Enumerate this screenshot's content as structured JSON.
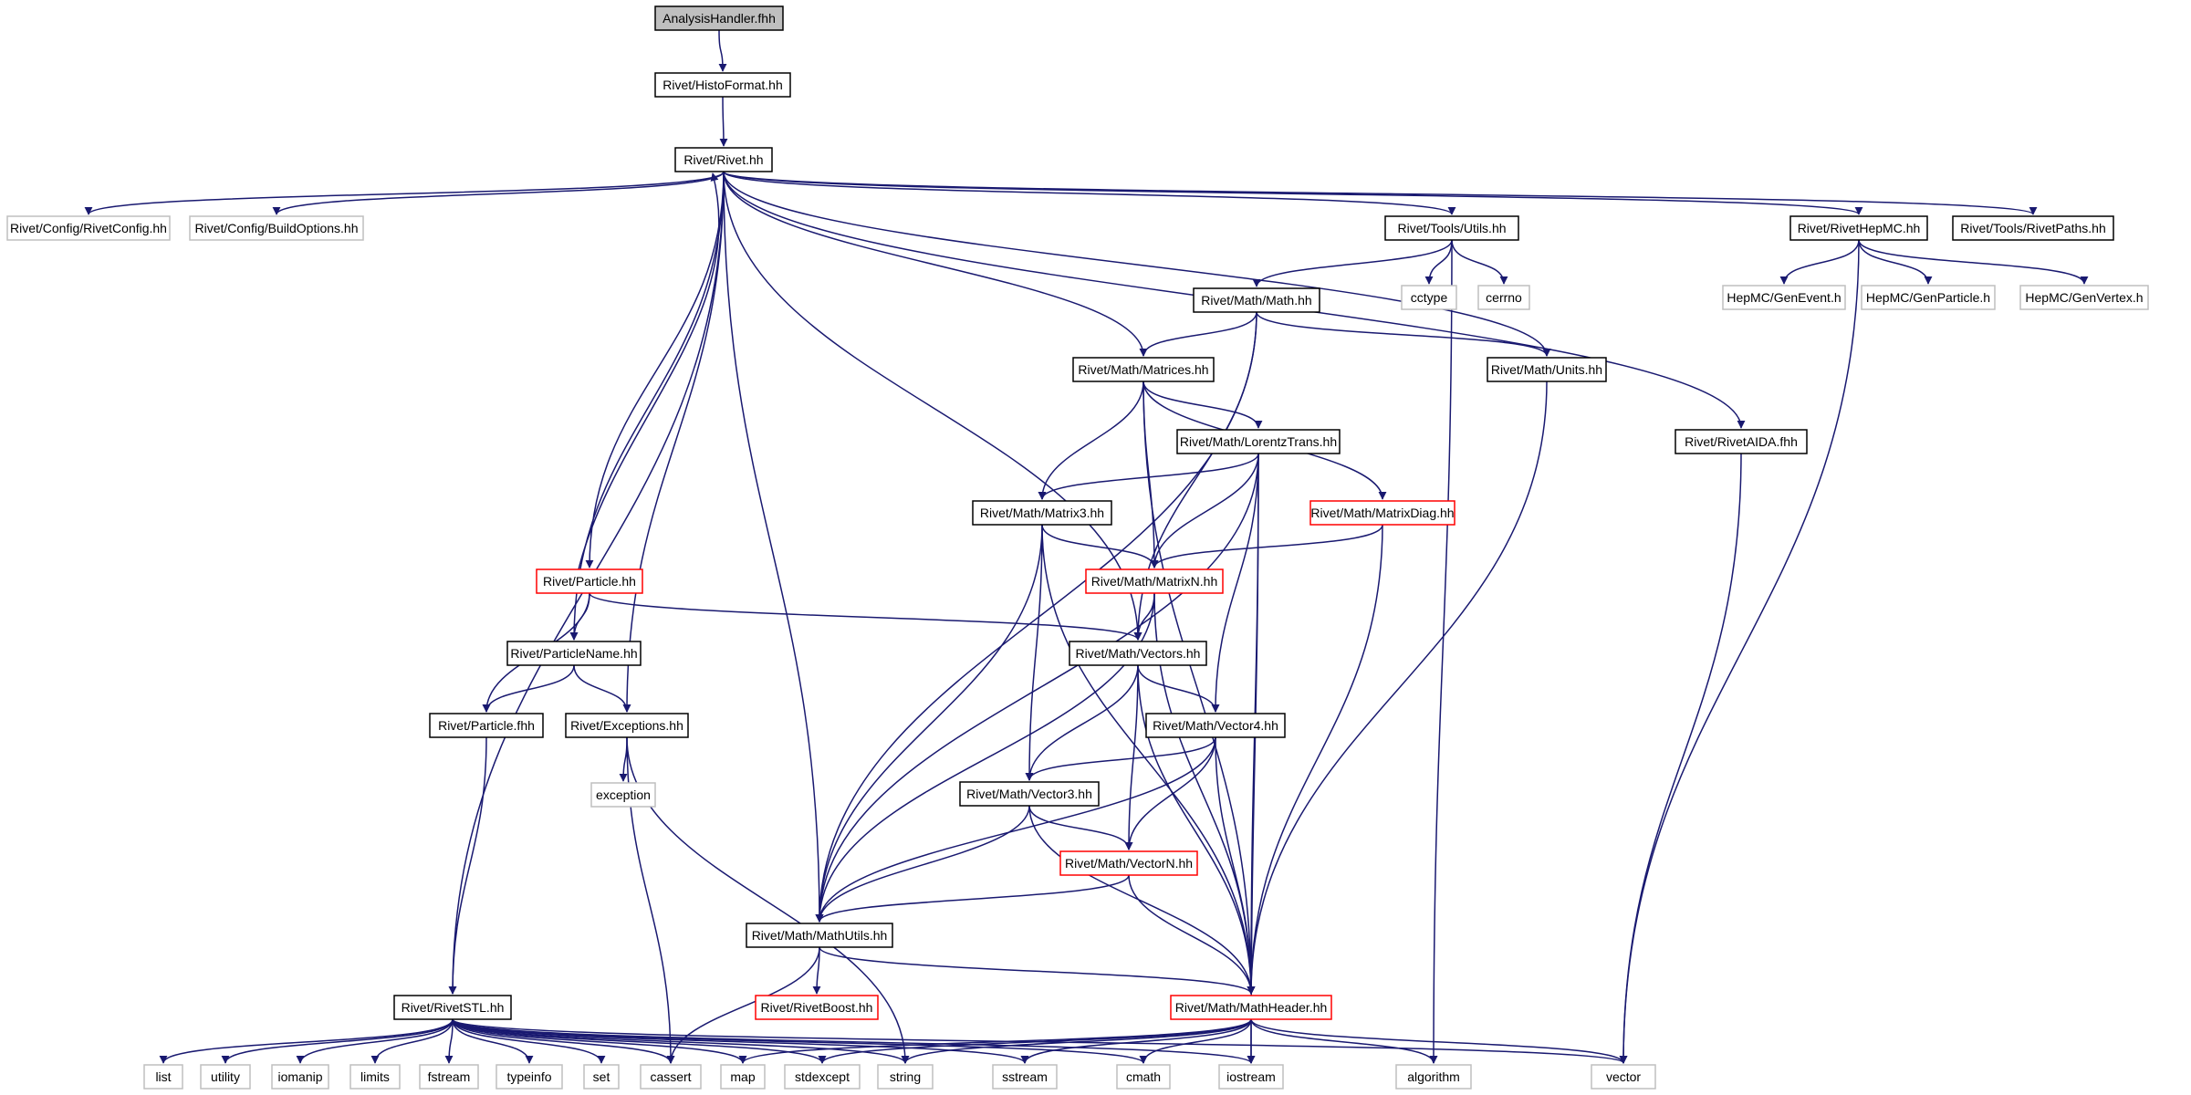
{
  "colors": {
    "edge": "#191970",
    "root_fill": "#bfbfbf",
    "normal_border": "#000000",
    "red_border": "#ff0000",
    "external_border": "#bfbfbf",
    "text": "#000000"
  },
  "nodes": [
    {
      "id": "ah",
      "label": "AnalysisHandler.fhh",
      "kind": "root"
    },
    {
      "id": "histo",
      "label": "Rivet/HistoFormat.hh",
      "kind": "normal"
    },
    {
      "id": "rivet",
      "label": "Rivet/Rivet.hh",
      "kind": "normal"
    },
    {
      "id": "rconf",
      "label": "Rivet/Config/RivetConfig.hh",
      "kind": "external"
    },
    {
      "id": "bopts",
      "label": "Rivet/Config/BuildOptions.hh",
      "kind": "external"
    },
    {
      "id": "utils",
      "label": "Rivet/Tools/Utils.hh",
      "kind": "normal"
    },
    {
      "id": "hepmc",
      "label": "Rivet/RivetHepMC.hh",
      "kind": "normal"
    },
    {
      "id": "rpaths",
      "label": "Rivet/Tools/RivetPaths.hh",
      "kind": "normal"
    },
    {
      "id": "cctype",
      "label": "cctype",
      "kind": "external"
    },
    {
      "id": "cerrno",
      "label": "cerrno",
      "kind": "external"
    },
    {
      "id": "genevent",
      "label": "HepMC/GenEvent.h",
      "kind": "external"
    },
    {
      "id": "genparticle",
      "label": "HepMC/GenParticle.h",
      "kind": "external"
    },
    {
      "id": "genvertex",
      "label": "HepMC/GenVertex.h",
      "kind": "external"
    },
    {
      "id": "math",
      "label": "Rivet/Math/Math.hh",
      "kind": "normal"
    },
    {
      "id": "matrices",
      "label": "Rivet/Math/Matrices.hh",
      "kind": "normal"
    },
    {
      "id": "units",
      "label": "Rivet/Math/Units.hh",
      "kind": "normal"
    },
    {
      "id": "lorentz",
      "label": "Rivet/Math/LorentzTrans.hh",
      "kind": "normal"
    },
    {
      "id": "aida",
      "label": "Rivet/RivetAIDA.fhh",
      "kind": "normal"
    },
    {
      "id": "matrix3",
      "label": "Rivet/Math/Matrix3.hh",
      "kind": "normal"
    },
    {
      "id": "mdiag",
      "label": "Rivet/Math/MatrixDiag.hh",
      "kind": "red"
    },
    {
      "id": "particle",
      "label": "Rivet/Particle.hh",
      "kind": "red"
    },
    {
      "id": "matrixn",
      "label": "Rivet/Math/MatrixN.hh",
      "kind": "red"
    },
    {
      "id": "pname",
      "label": "Rivet/ParticleName.hh",
      "kind": "normal"
    },
    {
      "id": "vectors",
      "label": "Rivet/Math/Vectors.hh",
      "kind": "normal"
    },
    {
      "id": "pfhh",
      "label": "Rivet/Particle.fhh",
      "kind": "normal"
    },
    {
      "id": "except",
      "label": "Rivet/Exceptions.hh",
      "kind": "normal"
    },
    {
      "id": "vector4",
      "label": "Rivet/Math/Vector4.hh",
      "kind": "normal"
    },
    {
      "id": "exception",
      "label": "exception",
      "kind": "external"
    },
    {
      "id": "vector3",
      "label": "Rivet/Math/Vector3.hh",
      "kind": "normal"
    },
    {
      "id": "vectorn",
      "label": "Rivet/Math/VectorN.hh",
      "kind": "red"
    },
    {
      "id": "mutils",
      "label": "Rivet/Math/MathUtils.hh",
      "kind": "normal"
    },
    {
      "id": "stl",
      "label": "Rivet/RivetSTL.hh",
      "kind": "normal"
    },
    {
      "id": "boost",
      "label": "Rivet/RivetBoost.hh",
      "kind": "red"
    },
    {
      "id": "mheader",
      "label": "Rivet/Math/MathHeader.hh",
      "kind": "red"
    },
    {
      "id": "list",
      "label": "list",
      "kind": "external"
    },
    {
      "id": "utility",
      "label": "utility",
      "kind": "external"
    },
    {
      "id": "iomanip",
      "label": "iomanip",
      "kind": "external"
    },
    {
      "id": "limits",
      "label": "limits",
      "kind": "external"
    },
    {
      "id": "fstream",
      "label": "fstream",
      "kind": "external"
    },
    {
      "id": "typeinfo",
      "label": "typeinfo",
      "kind": "external"
    },
    {
      "id": "set",
      "label": "set",
      "kind": "external"
    },
    {
      "id": "cassert",
      "label": "cassert",
      "kind": "external"
    },
    {
      "id": "map",
      "label": "map",
      "kind": "external"
    },
    {
      "id": "stdexcept",
      "label": "stdexcept",
      "kind": "external"
    },
    {
      "id": "string",
      "label": "string",
      "kind": "external"
    },
    {
      "id": "sstream",
      "label": "sstream",
      "kind": "external"
    },
    {
      "id": "cmath",
      "label": "cmath",
      "kind": "external"
    },
    {
      "id": "iostream",
      "label": "iostream",
      "kind": "external"
    },
    {
      "id": "algorithm",
      "label": "algorithm",
      "kind": "external"
    },
    {
      "id": "vector",
      "label": "vector",
      "kind": "external"
    }
  ],
  "edges": [
    [
      "ah",
      "histo"
    ],
    [
      "histo",
      "rivet"
    ],
    [
      "rivet",
      "rconf"
    ],
    [
      "rivet",
      "bopts"
    ],
    [
      "rivet",
      "utils"
    ],
    [
      "rivet",
      "hepmc"
    ],
    [
      "rivet",
      "rpaths"
    ],
    [
      "rivet",
      "matrices"
    ],
    [
      "rivet",
      "units"
    ],
    [
      "rivet",
      "aida"
    ],
    [
      "rivet",
      "particle"
    ],
    [
      "rivet",
      "pname"
    ],
    [
      "rivet",
      "vectors"
    ],
    [
      "rivet",
      "except"
    ],
    [
      "rivet",
      "mutils"
    ],
    [
      "rivet",
      "stl"
    ],
    [
      "utils",
      "math"
    ],
    [
      "utils",
      "cctype"
    ],
    [
      "utils",
      "cerrno"
    ],
    [
      "utils",
      "algorithm"
    ],
    [
      "hepmc",
      "genevent"
    ],
    [
      "hepmc",
      "genparticle"
    ],
    [
      "hepmc",
      "genvertex"
    ],
    [
      "hepmc",
      "vector"
    ],
    [
      "math",
      "matrices"
    ],
    [
      "math",
      "units"
    ],
    [
      "math",
      "mutils"
    ],
    [
      "math",
      "vectors"
    ],
    [
      "matrices",
      "lorentz"
    ],
    [
      "matrices",
      "matrix3"
    ],
    [
      "matrices",
      "mdiag"
    ],
    [
      "matrices",
      "matrixn"
    ],
    [
      "matrices",
      "mheader"
    ],
    [
      "units",
      "mheader"
    ],
    [
      "aida",
      "vector"
    ],
    [
      "lorentz",
      "matrix3"
    ],
    [
      "lorentz",
      "matrixn"
    ],
    [
      "lorentz",
      "vector4"
    ],
    [
      "lorentz",
      "mutils"
    ],
    [
      "lorentz",
      "mheader"
    ],
    [
      "lorentz",
      "iostream"
    ],
    [
      "matrix3",
      "matrixn"
    ],
    [
      "matrix3",
      "vector3"
    ],
    [
      "matrix3",
      "mutils"
    ],
    [
      "matrix3",
      "mheader"
    ],
    [
      "mdiag",
      "matrixn"
    ],
    [
      "mdiag",
      "mheader"
    ],
    [
      "particle",
      "rivet"
    ],
    [
      "particle",
      "pname"
    ],
    [
      "particle",
      "pfhh"
    ],
    [
      "particle",
      "vectors"
    ],
    [
      "matrixn",
      "vectors"
    ],
    [
      "matrixn",
      "mutils"
    ],
    [
      "matrixn",
      "mheader"
    ],
    [
      "pname",
      "pfhh"
    ],
    [
      "pname",
      "except"
    ],
    [
      "vectors",
      "vector4"
    ],
    [
      "vectors",
      "vector3"
    ],
    [
      "vectors",
      "vectorn"
    ],
    [
      "vectors",
      "mheader"
    ],
    [
      "pfhh",
      "stl"
    ],
    [
      "except",
      "exception"
    ],
    [
      "except",
      "cassert"
    ],
    [
      "except",
      "string"
    ],
    [
      "vector4",
      "vector3"
    ],
    [
      "vector4",
      "vectorn"
    ],
    [
      "vector4",
      "mutils"
    ],
    [
      "vector4",
      "mheader"
    ],
    [
      "vector3",
      "vectorn"
    ],
    [
      "vector3",
      "mutils"
    ],
    [
      "vector3",
      "mheader"
    ],
    [
      "vectorn",
      "mutils"
    ],
    [
      "vectorn",
      "mheader"
    ],
    [
      "mutils",
      "boost"
    ],
    [
      "mutils",
      "mheader"
    ],
    [
      "mutils",
      "cassert"
    ],
    [
      "stl",
      "list"
    ],
    [
      "stl",
      "utility"
    ],
    [
      "stl",
      "iomanip"
    ],
    [
      "stl",
      "limits"
    ],
    [
      "stl",
      "fstream"
    ],
    [
      "stl",
      "typeinfo"
    ],
    [
      "stl",
      "set"
    ],
    [
      "stl",
      "cassert"
    ],
    [
      "stl",
      "map"
    ],
    [
      "stl",
      "stdexcept"
    ],
    [
      "stl",
      "string"
    ],
    [
      "stl",
      "sstream"
    ],
    [
      "stl",
      "cmath"
    ],
    [
      "stl",
      "iostream"
    ],
    [
      "stl",
      "vector"
    ],
    [
      "mheader",
      "map"
    ],
    [
      "mheader",
      "stdexcept"
    ],
    [
      "mheader",
      "string"
    ],
    [
      "mheader",
      "sstream"
    ],
    [
      "mheader",
      "cmath"
    ],
    [
      "mheader",
      "iostream"
    ],
    [
      "mheader",
      "algorithm"
    ],
    [
      "mheader",
      "vector"
    ]
  ]
}
